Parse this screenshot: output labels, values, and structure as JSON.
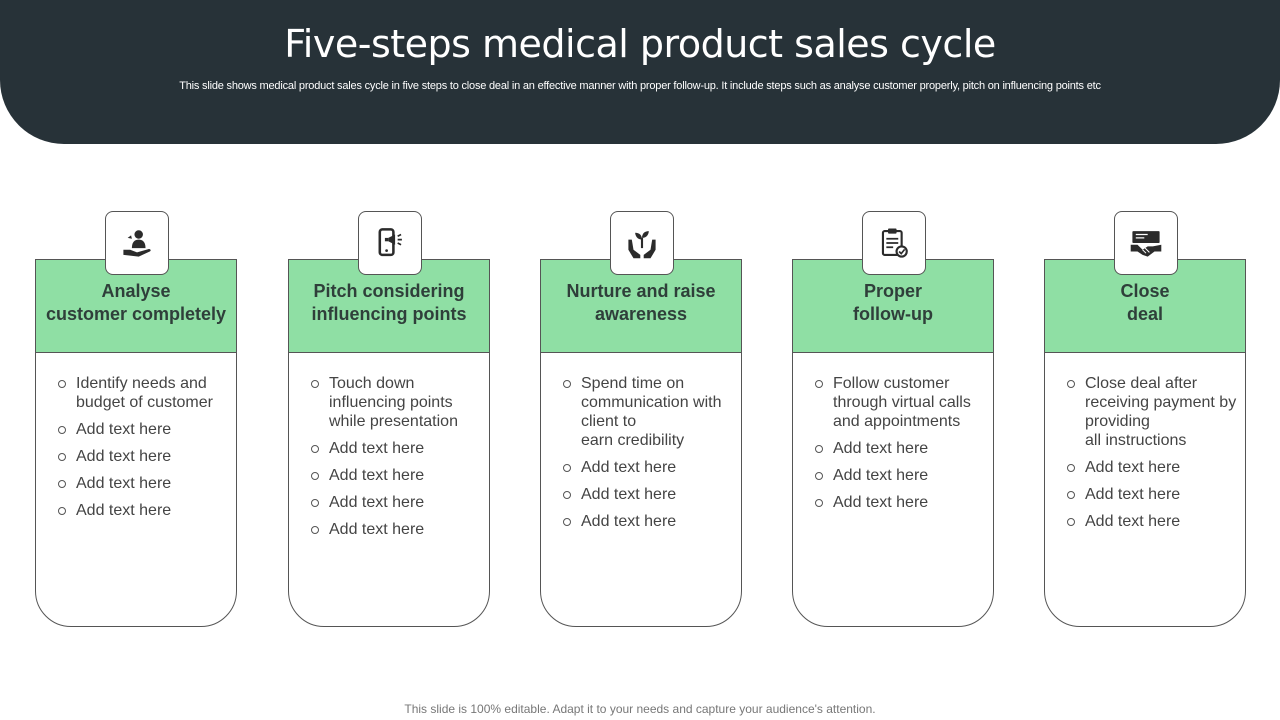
{
  "header": {
    "title": "Five-steps medical product sales cycle",
    "subtitle": "This slide shows medical product sales cycle in five  steps to close deal in an effective  manner with proper follow-up. It include steps such as analyse customer properly, pitch on influencing points etc"
  },
  "colors": {
    "header_bg": "#273238",
    "card_head_bg": "#8fdfa4"
  },
  "steps": [
    {
      "icon": "hand-person-icon",
      "title": "Analyse\ncustomer completely",
      "items": [
        "Identify  needs and\nbudget of customer",
        "Add text here",
        "Add text here",
        "Add text here",
        "Add text here"
      ]
    },
    {
      "icon": "phone-megaphone-icon",
      "title": "Pitch considering\ninfluencing points",
      "items": [
        "Touch down\ninfluencing points\nwhile presentation",
        "Add text here",
        "Add text here",
        "Add text here",
        "Add text here"
      ]
    },
    {
      "icon": "hands-sprout-icon",
      "title": "Nurture and raise\nawareness",
      "items": [
        "Spend time on\ncommunication with\nclient to\nearn credibility",
        "Add text here",
        "Add text here",
        "Add text here"
      ]
    },
    {
      "icon": "clipboard-check-icon",
      "title": "Proper\nfollow-up",
      "items": [
        "Follow customer\nthrough virtual calls\nand appointments",
        "Add text here",
        "Add text here",
        "Add text here"
      ]
    },
    {
      "icon": "handshake-icon",
      "title": "Close\ndeal",
      "items": [
        "Close deal after\nreceiving payment by\nproviding\nall instructions",
        "Add text here",
        "Add text here",
        "Add text here"
      ]
    }
  ],
  "footer": {
    "text": "This slide is 100% editable. Adapt it to your needs and capture your audience's attention."
  }
}
